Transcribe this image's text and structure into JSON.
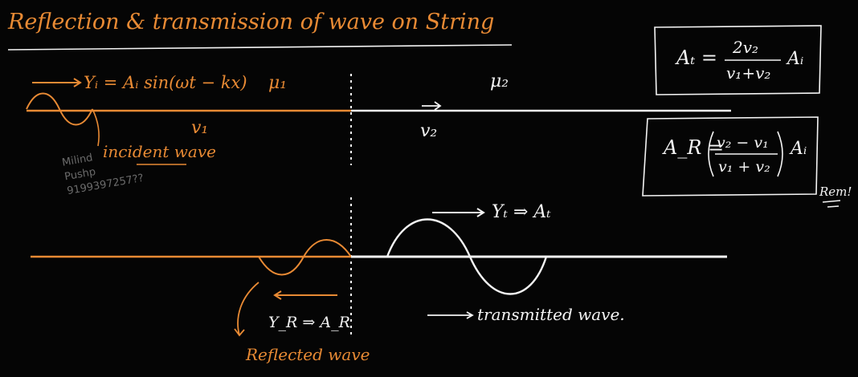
{
  "title": "Reflection & transmission of wave on String",
  "medium1_label": "μ₁",
  "medium2_label": "μ₂",
  "incident_equation": "Yᵢ = Aᵢ sin(ωt − kx)",
  "v1_label": "v₁",
  "v2_label": "v₂",
  "incident_label": "incident wave",
  "transmitted_symbol": "Yₜ ⇒ Aₜ",
  "transmitted_label": "transmitted wave.",
  "reflected_symbol": "Y_R ⇒ A_R",
  "reflected_label": "Reflected wave",
  "formula_at": {
    "lhs": "Aₜ =",
    "numerator": "2v₂",
    "denominator": "v₁+v₂",
    "rhs": "Aᵢ"
  },
  "formula_ar": {
    "lhs": "A_R =",
    "numerator": "v₂ − v₁",
    "denominator": "v₁ + v₂",
    "rhs": "Aᵢ"
  },
  "remember": "Rem!",
  "watermark": [
    "Milind",
    "Pushp",
    "9199397257??"
  ],
  "colors": {
    "orange": "#e88a34",
    "white": "#f4f4f4",
    "background": "#050505"
  }
}
